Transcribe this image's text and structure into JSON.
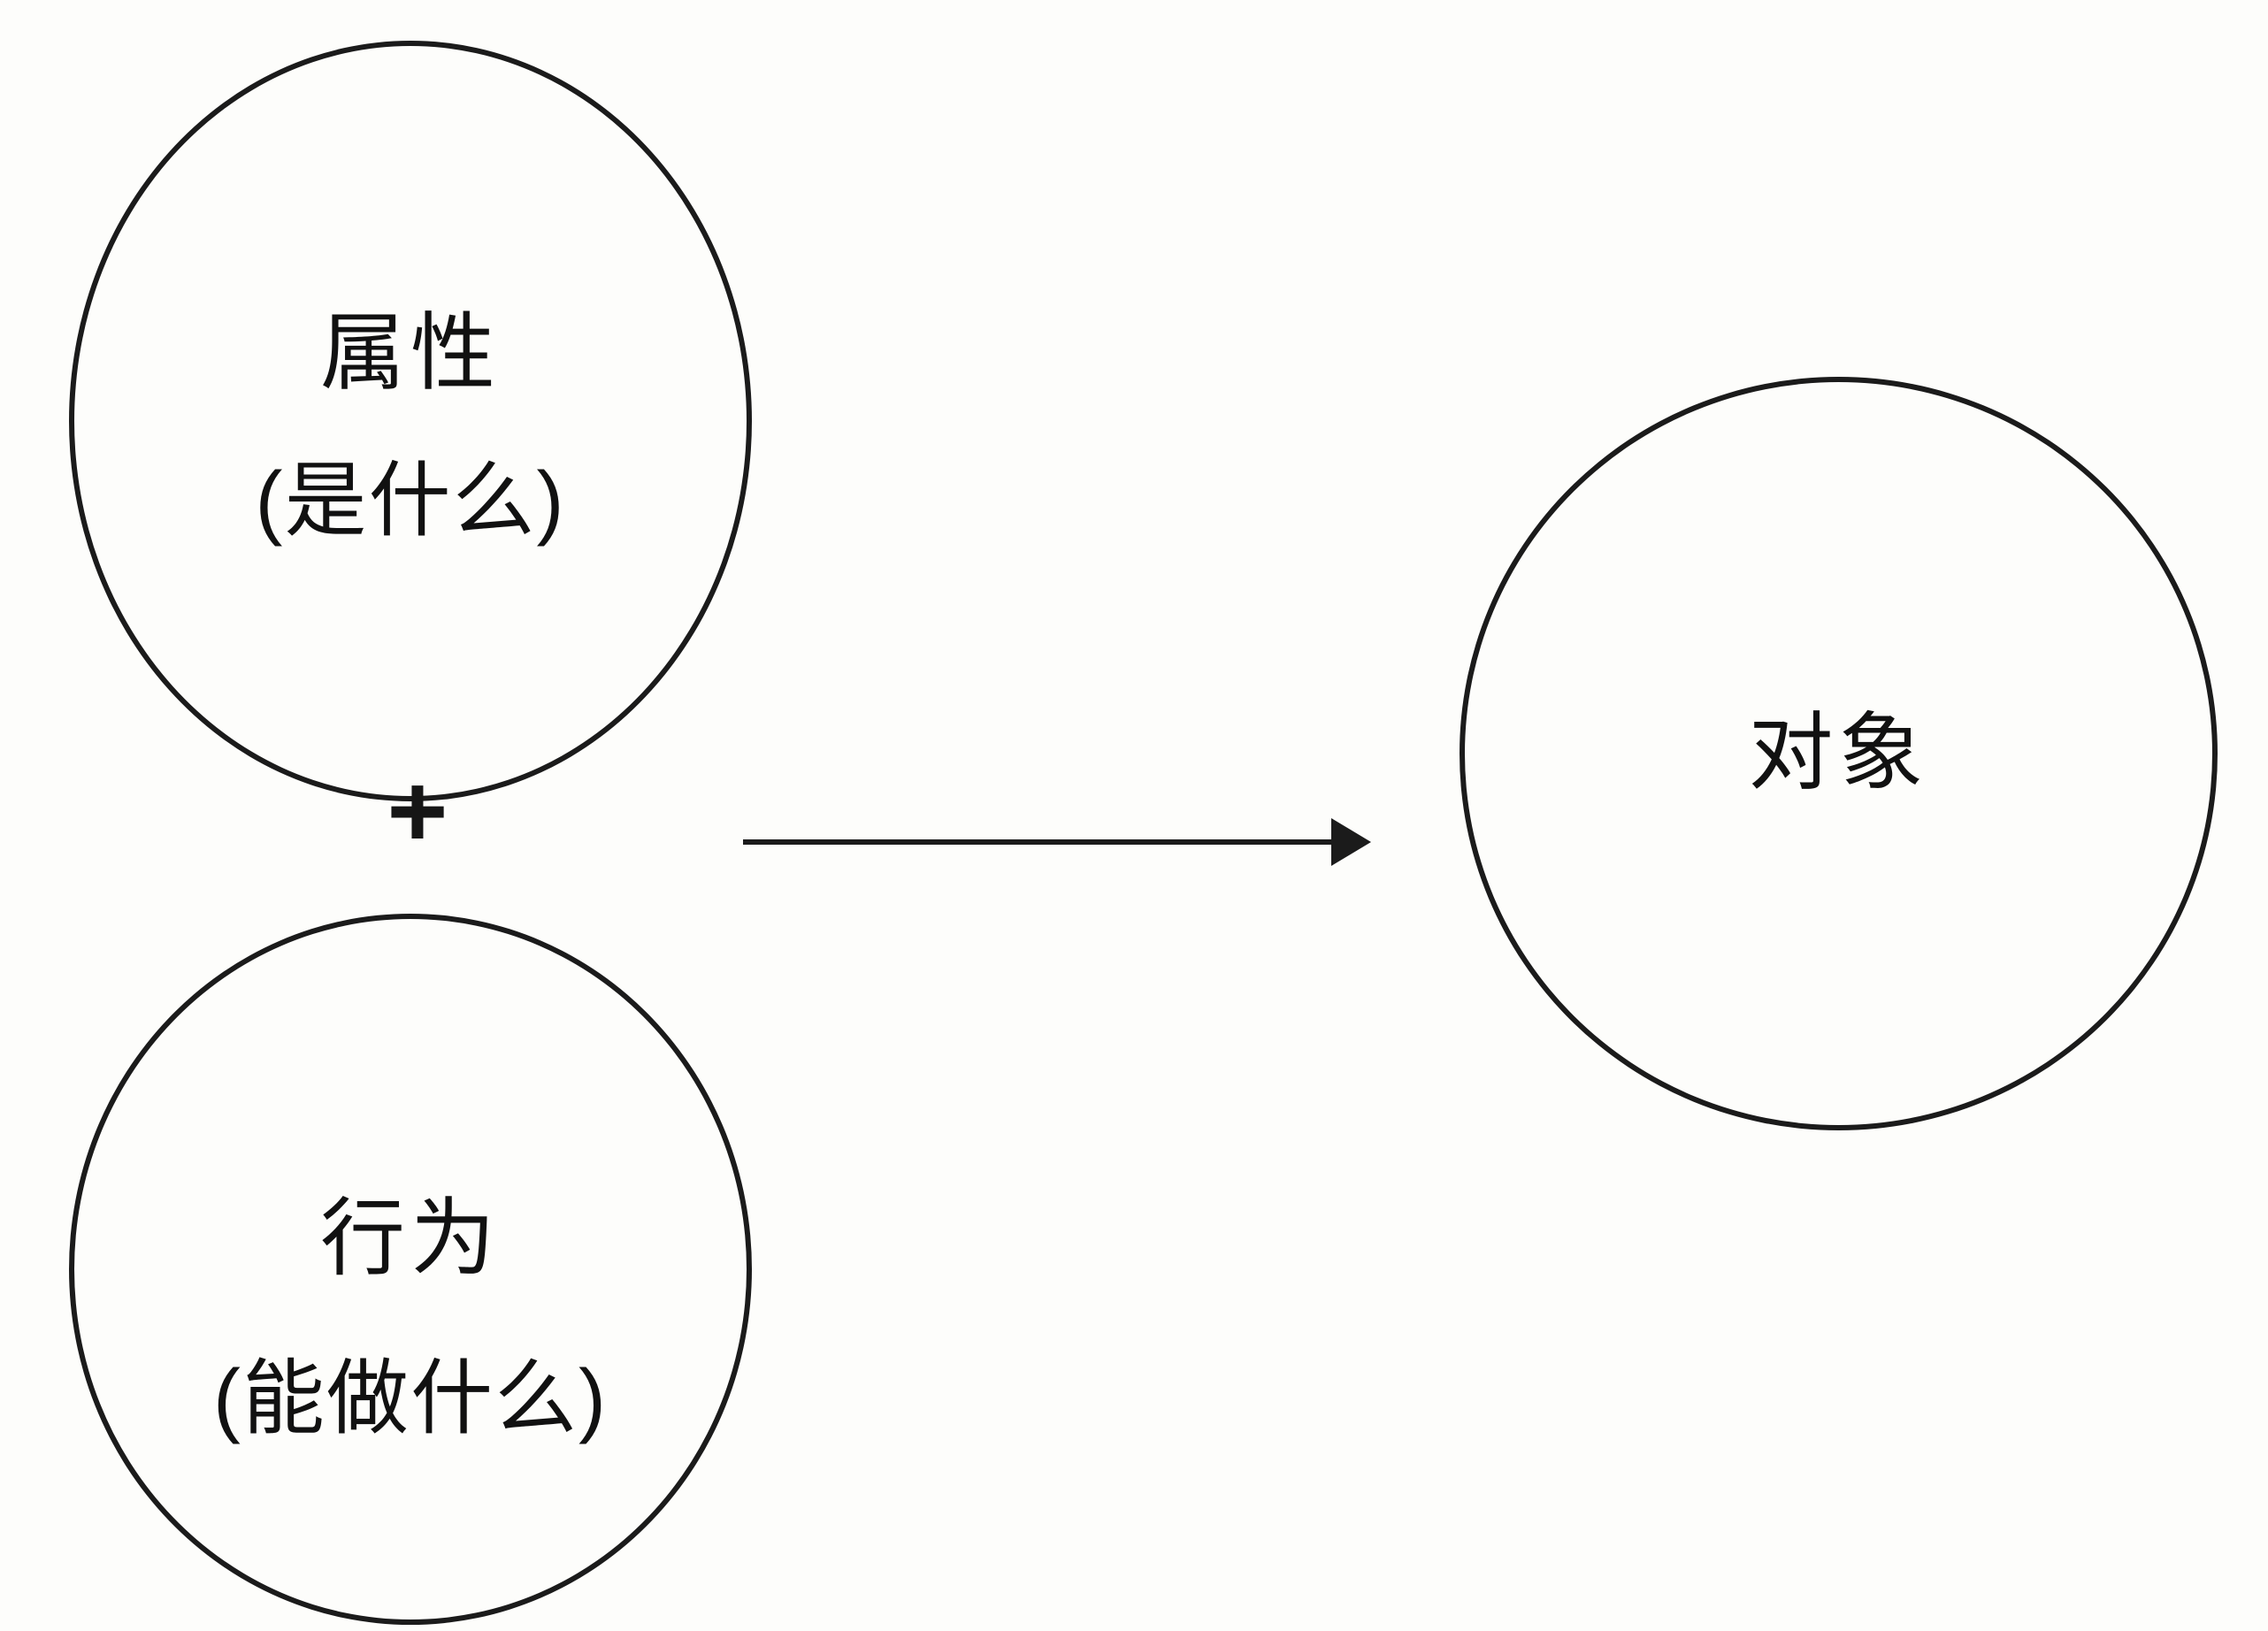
{
  "diagram": {
    "description": "Concept diagram: attributes plus behavior combine into an object",
    "attribute_circle": {
      "title": "属性",
      "subtitle": "(是什么)"
    },
    "behavior_circle": {
      "title": "行为",
      "subtitle": "(能做什么)"
    },
    "object_circle": {
      "title": "对象"
    },
    "plus_label": "+",
    "arrow_icon": "right-arrow",
    "colors": {
      "stroke": "#1b1b1b",
      "background": "#fdfdfb",
      "text": "#111111"
    }
  }
}
